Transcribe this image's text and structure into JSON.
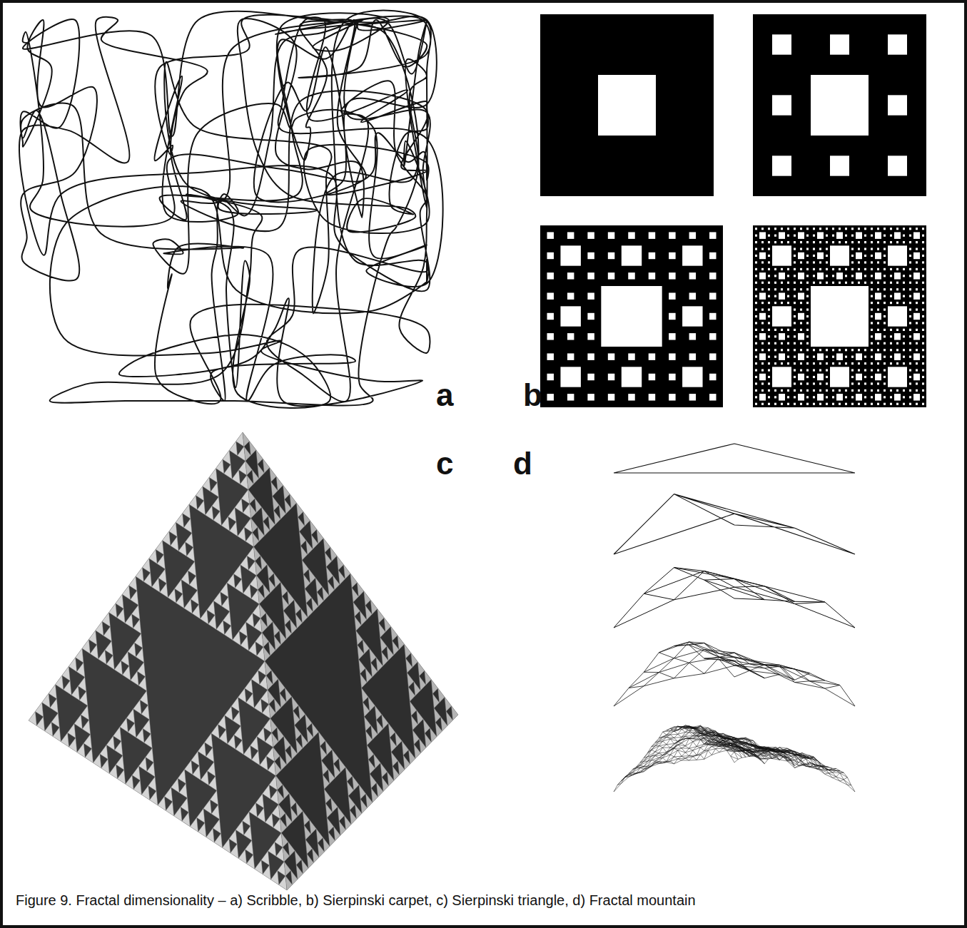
{
  "diagram": {
    "caption": "Figure 9. Fractal dimensionality – a) Scribble, b) Sierpinski carpet, c) Sierpinski triangle, d) Fractal mountain",
    "labels": [
      "a",
      "b",
      "c",
      "d"
    ]
  }
}
